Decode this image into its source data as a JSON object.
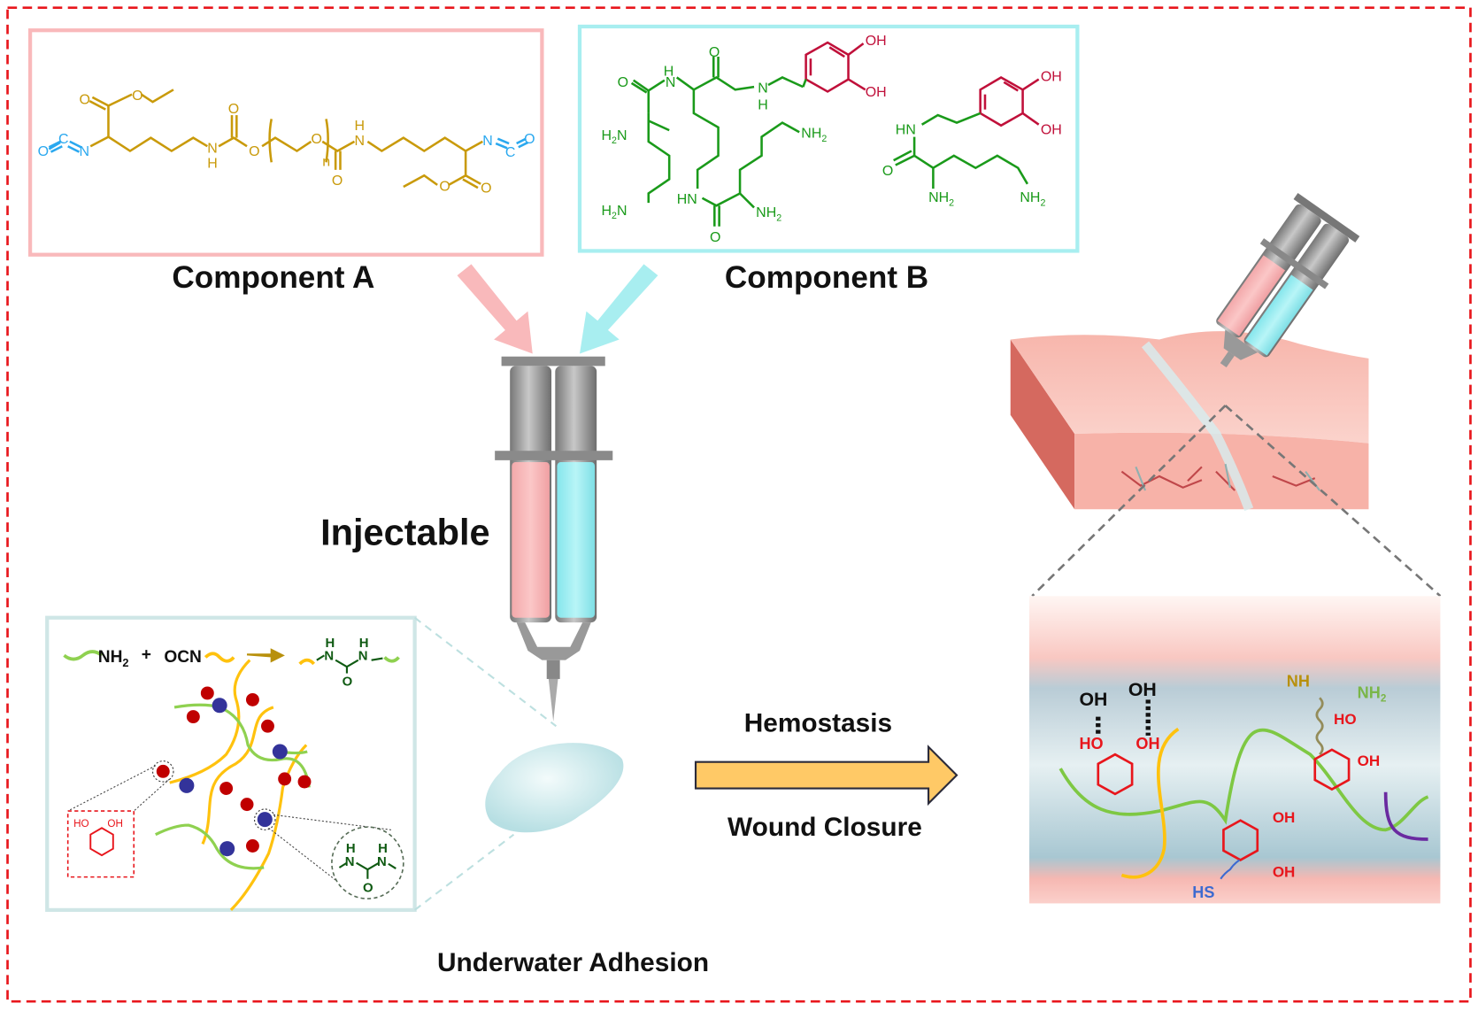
{
  "labels": {
    "component_a": "Component A",
    "component_b": "Component B",
    "injectable": "Injectable",
    "hemostasis": "Hemostasis",
    "wound_closure": "Wound Closure",
    "underwater_adhesion": "Underwater Adhesion"
  },
  "atoms": {
    "O": "O",
    "C": "C",
    "N": "N",
    "H": "H",
    "NH": "NH",
    "HN": "HN",
    "H2N": "H",
    "OH": "OH",
    "HO": "HO",
    "sub2": "2",
    "n": "n",
    "HS": "HS",
    "NH2_text": "NH",
    "plus": "+",
    "OCN": "OCN"
  },
  "colors": {
    "component_a": "#f9b9bb",
    "component_b": "#a8eef0",
    "border": "#e8161c",
    "arrow": "#ffc966"
  }
}
